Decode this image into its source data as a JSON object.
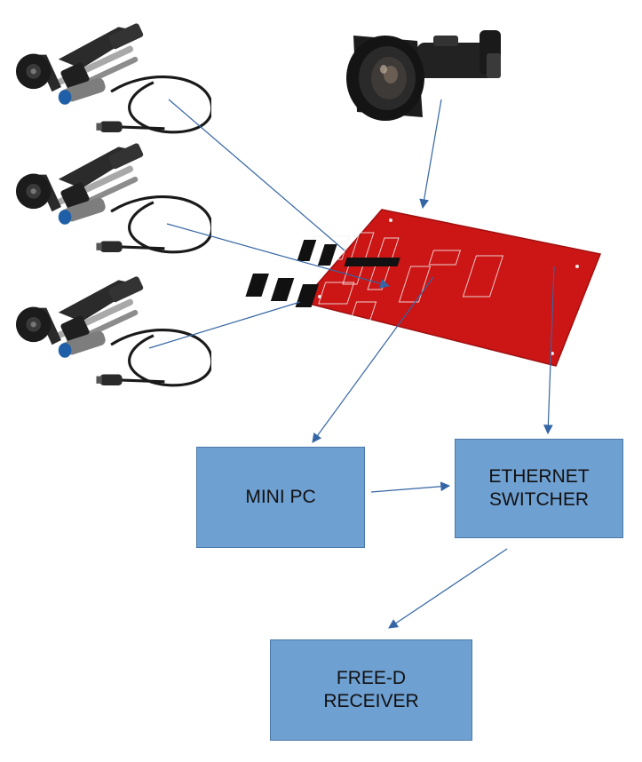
{
  "diagram": {
    "colors": {
      "box_fill": "#6fa0d2",
      "box_border": "#4a78a8",
      "arrow": "#3465a4",
      "pcb": "#cc1515",
      "pcb_silk": "#f2f2f2"
    },
    "components": {
      "encoders": [
        "rotary-encoder",
        "rotary-encoder",
        "rotary-encoder"
      ],
      "camera": "broadcast-lens-camera",
      "board": "red-pcb-board"
    },
    "boxes": {
      "mini_pc": "MINI PC",
      "ethernet_switcher": "ETHERNET\nSWITCHER",
      "free_d_receiver": "FREE-D\nRECEIVER"
    }
  }
}
